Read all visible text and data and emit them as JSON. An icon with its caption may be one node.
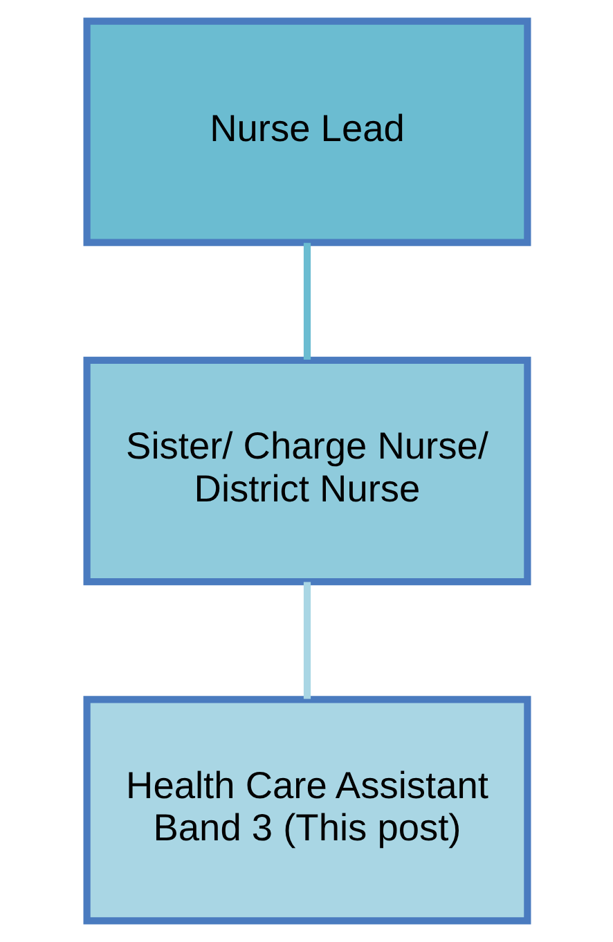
{
  "diagram": {
    "nodes": [
      {
        "text": [
          "Nurse Lead"
        ]
      },
      {
        "text": [
          "Sister/ Charge Nurse/ District Nurse"
        ]
      },
      {
        "text": [
          "Health Care Assistant Band 3 (This post)"
        ]
      }
    ],
    "edges": [
      {
        "from": 0,
        "to": 1,
        "arrow": "none",
        "color": "#6bbcd1"
      },
      {
        "from": 1,
        "to": 2,
        "arrow": "none",
        "color": "#a9d6e4"
      }
    ]
  }
}
